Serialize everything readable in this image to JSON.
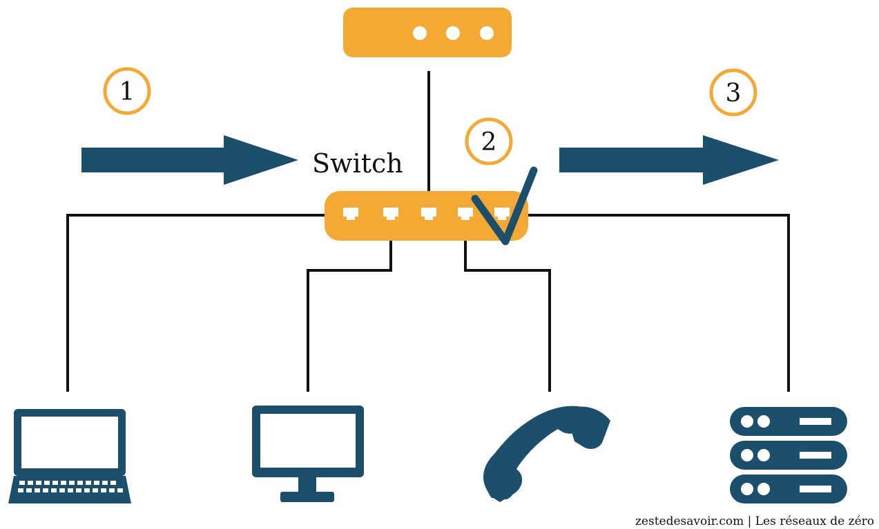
{
  "colors": {
    "orange": "#f5a935",
    "navy": "#1c4f6b",
    "wire": "#111111",
    "text": "#111111",
    "background": "#ffffff"
  },
  "switch_label": "Switch",
  "steps": [
    {
      "number": "1"
    },
    {
      "number": "2"
    },
    {
      "number": "3"
    }
  ],
  "router": {
    "icon": "router-icon",
    "lights": 3
  },
  "switch": {
    "icon": "switch-icon",
    "ports": 5
  },
  "devices": [
    {
      "icon": "laptop-icon"
    },
    {
      "icon": "monitor-icon"
    },
    {
      "icon": "phone-icon"
    },
    {
      "icon": "server-icon"
    }
  ],
  "checkmark": {
    "icon": "checkmark-icon"
  },
  "footer": "zestedesavoir.com | Les réseaux de zéro"
}
